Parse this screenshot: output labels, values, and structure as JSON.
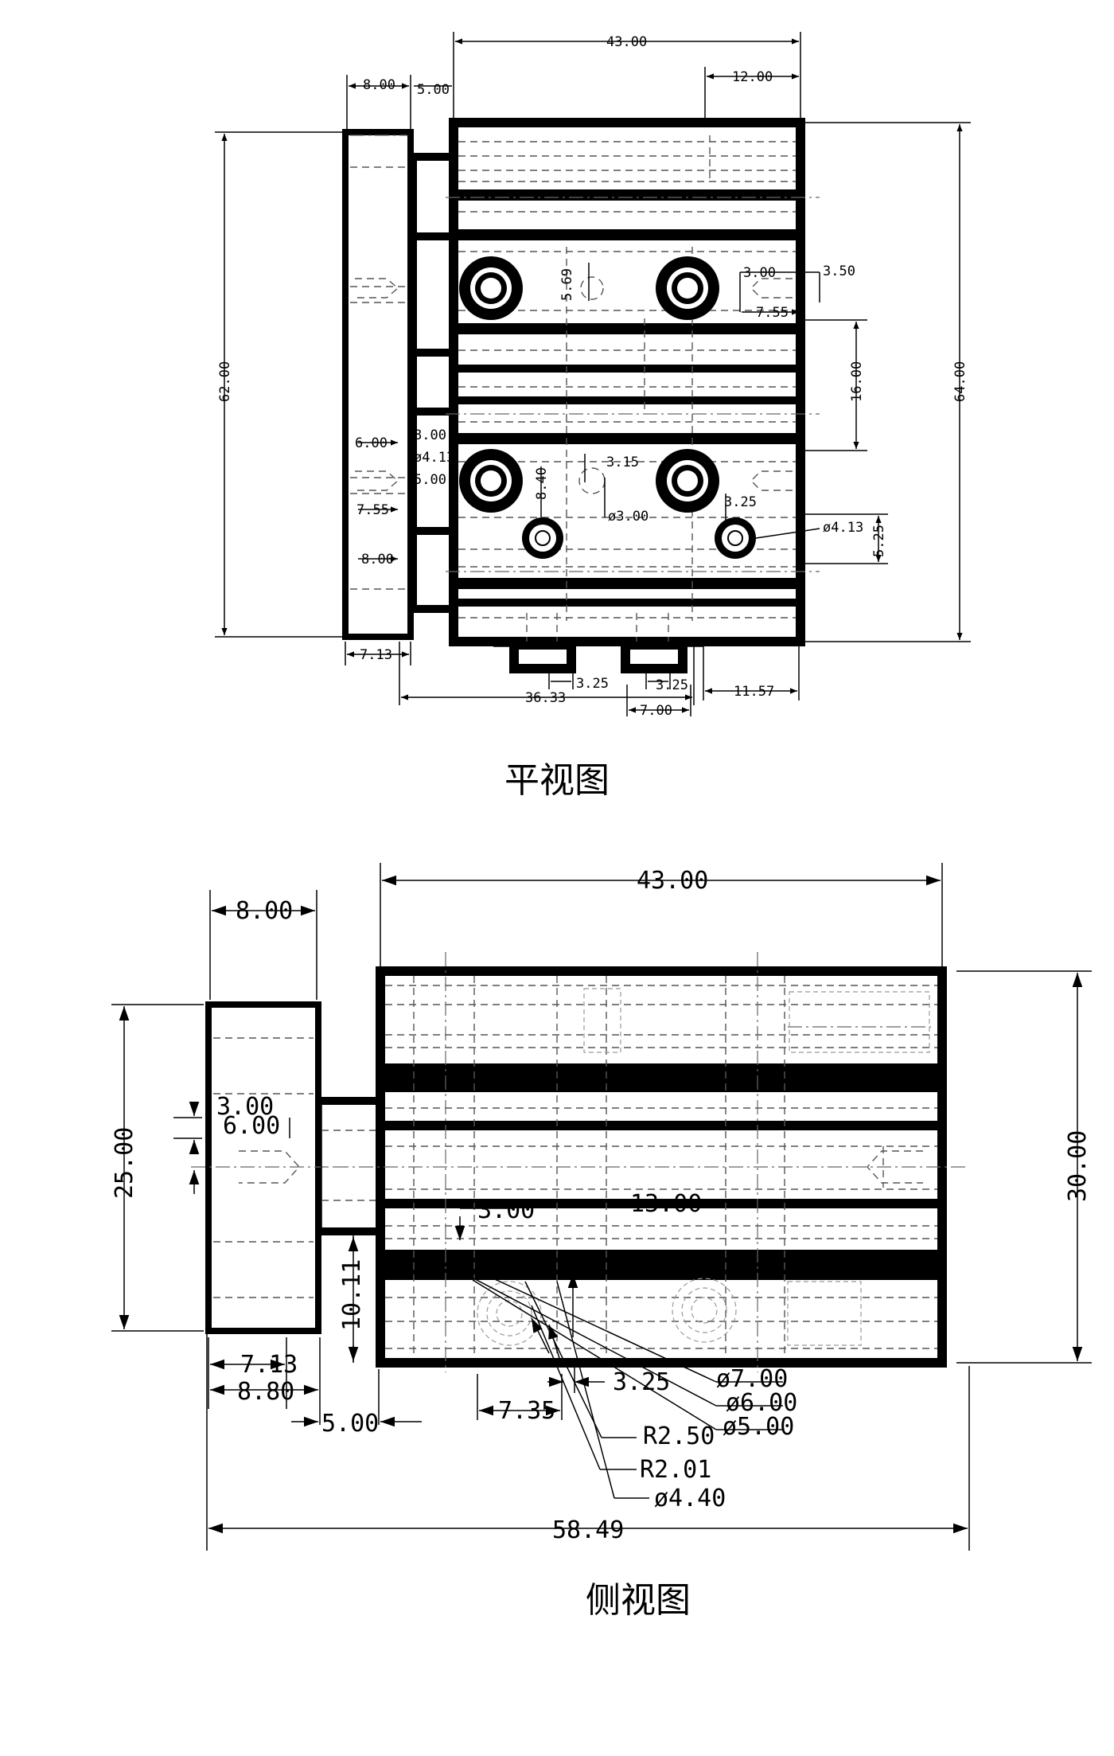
{
  "top_view": {
    "title": "平视图",
    "dims": {
      "overall_width": "43.00",
      "right_offset": "12.00",
      "plate_thickness": "8.00",
      "gap": "5.00",
      "plate_height": "62.00",
      "body_height": "64.00",
      "port_offset_a": "3.00",
      "port_offset_b": "3.50",
      "port_depth": "7.55",
      "hole_pitch": "16.00",
      "center_mark": "5.69",
      "left_6": "6.00",
      "left_8": "8.00",
      "dia_4_13": "ø4.13",
      "left_5": "5.00",
      "left_7_55": "7.55",
      "left_8b": "8.00",
      "rib_3_15": "3.15",
      "rib_8_40": "8.40",
      "dia_3": "ø3.00",
      "bolt_3_25": "3.25",
      "dia_4_13_right": "ø4.13",
      "right_5_25": "5.25",
      "bottom_7_13": "7.13",
      "bottom_36_33": "36.33",
      "bottom_3_25a": "3.25",
      "bottom_3_25b": "3.25",
      "bottom_7": "7.00",
      "bottom_11_57": "11.57"
    }
  },
  "side_view": {
    "title": "侧视图",
    "dims": {
      "overall_width": "43.00",
      "plate_thickness": "8.00",
      "plate_height": "25.00",
      "body_height": "30.00",
      "offset_3": "3.00",
      "offset_6": "6.00",
      "bore_3": "3.00",
      "mid_13": "13.00",
      "lower_10_11": "10.11",
      "bottom_7_13": "7.13",
      "bottom_8_80": "8.80",
      "bottom_5": "5.00",
      "bottom_7_35": "7.35",
      "bottom_3_25": "3.25",
      "dia_7": "ø7.00",
      "dia_6": "ø6.00",
      "dia_5": "ø5.00",
      "r_2_50": "R2.50",
      "r_2_01": "R2.01",
      "dia_4_40": "ø4.40",
      "overall_length": "58.49"
    }
  }
}
